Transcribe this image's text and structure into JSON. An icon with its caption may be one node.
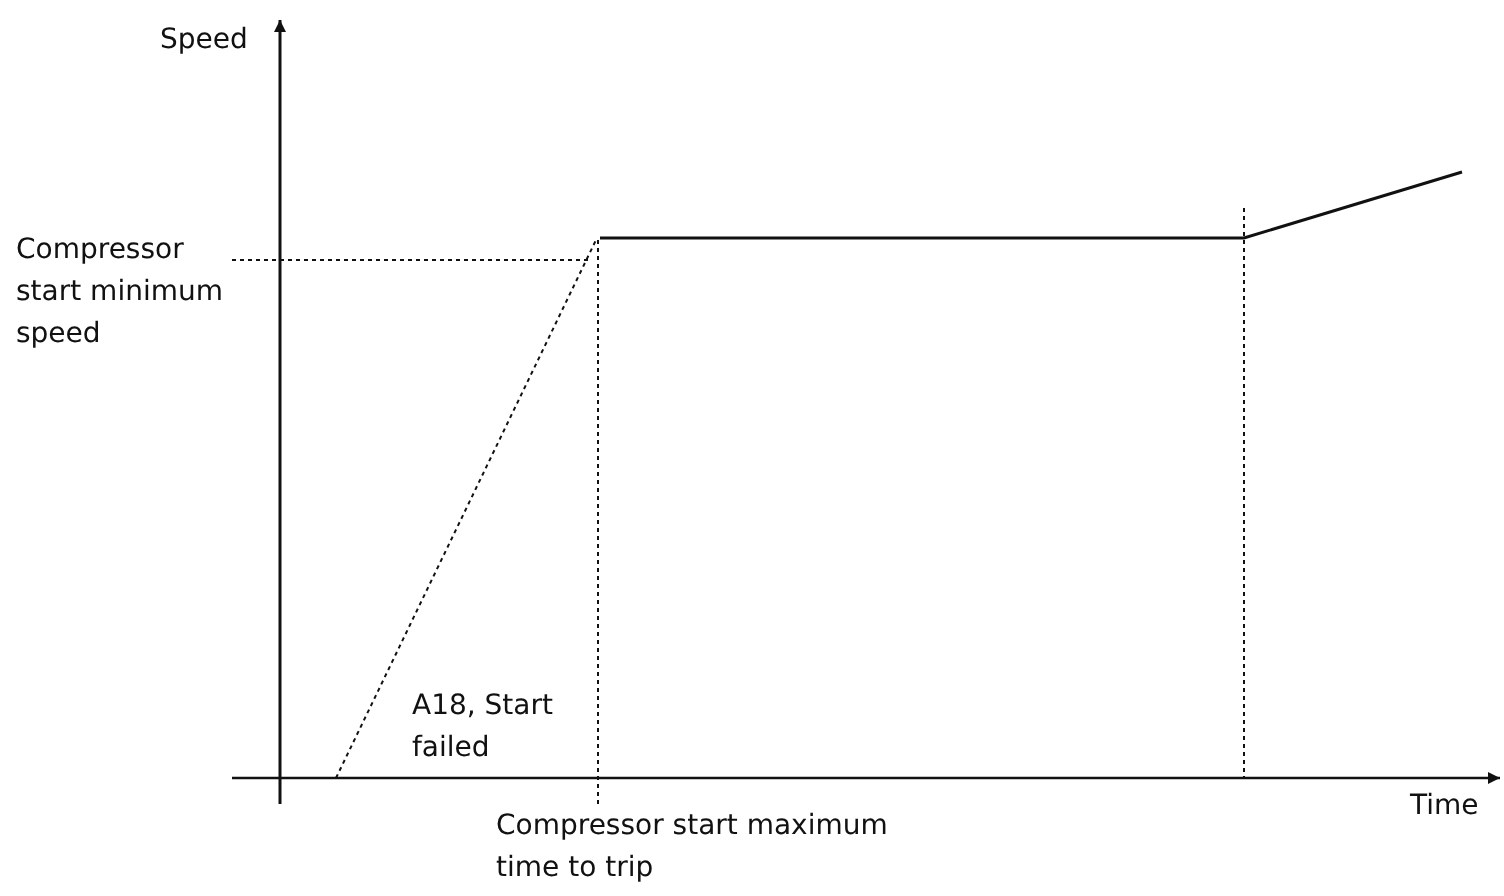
{
  "diagram": {
    "labels": [
      "Speed",
      "Compressor start minimum speed",
      "A18, Start failed",
      "Compressor start maximum time to trip",
      "Time"
    ]
  }
}
